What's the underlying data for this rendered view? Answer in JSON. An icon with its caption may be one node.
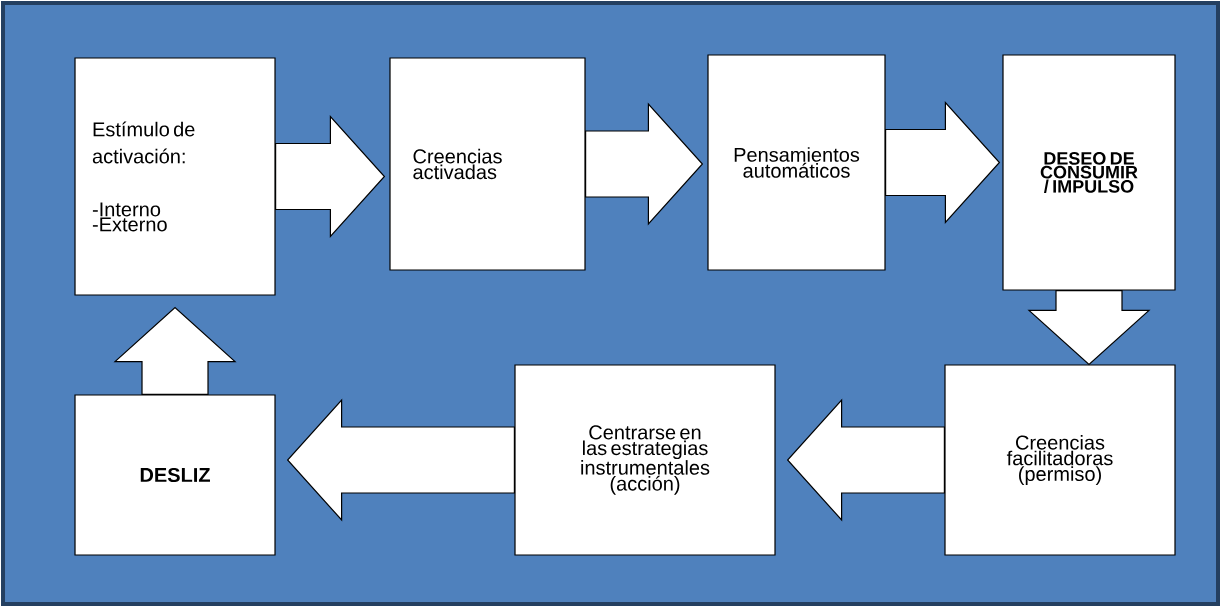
{
  "diagram": {
    "nodes": [
      {
        "text": [
          "Estímulo de activación:",
          "-Interno",
          "-Externo"
        ]
      },
      {
        "text": [
          "Creencias activadas"
        ]
      },
      {
        "text": [
          "Pensamientos automáticos"
        ]
      },
      {
        "text": [
          "DESEO DE CONSUMIR / IMPULSO"
        ]
      },
      {
        "text": [
          "Creencias facilitadoras (permiso)"
        ]
      },
      {
        "text": [
          "Centrarse en las estrategias instrumentales (acción)"
        ]
      },
      {
        "text": [
          "DESLIZ"
        ]
      }
    ],
    "edges": [
      {
        "from": 0,
        "to": 1,
        "arrow": "to"
      },
      {
        "from": 1,
        "to": 2,
        "arrow": "to"
      },
      {
        "from": 2,
        "to": 3,
        "arrow": "to"
      },
      {
        "from": 3,
        "to": 4,
        "arrow": "to"
      },
      {
        "from": 4,
        "to": 5,
        "arrow": "to"
      },
      {
        "from": 5,
        "to": 6,
        "arrow": "to"
      },
      {
        "from": 6,
        "to": 0,
        "arrow": "to"
      }
    ]
  }
}
